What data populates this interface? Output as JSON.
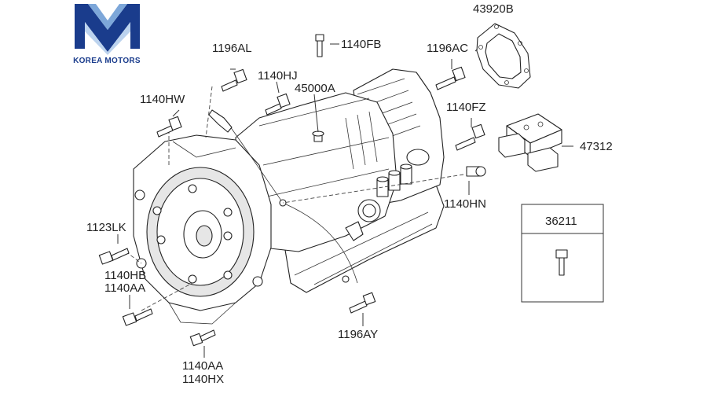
{
  "brand": {
    "name": "KOREA MOTORS"
  },
  "labels": {
    "p43920B": "43920B",
    "p1140FB": "1140FB",
    "p1196AL": "1196AL",
    "p1196AC": "1196AC",
    "p1140HJ": "1140HJ",
    "p45000A": "45000A",
    "p1140HW": "1140HW",
    "p1140FZ": "1140FZ",
    "p47312": "47312",
    "p1140HN": "1140HN",
    "p36211": "36211",
    "p1123LK": "1123LK",
    "p1140HB": "1140HB",
    "p1140AA_a": "1140AA",
    "p1196AY": "1196AY",
    "p1140AA_b": "1140AA",
    "p1140HX": "1140HX"
  },
  "colors": {
    "brand_dark": "#1a3c8c",
    "brand_light": "#7da7d9",
    "line": "#222222"
  }
}
